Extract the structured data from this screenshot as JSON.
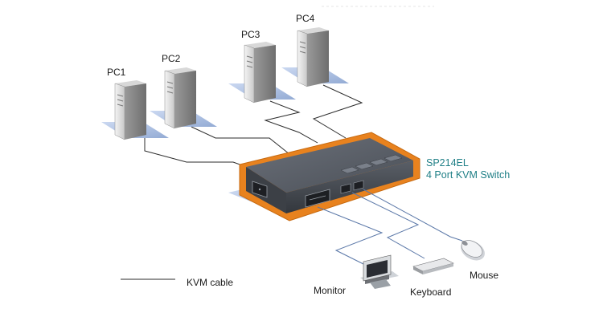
{
  "devices": {
    "pc1": "PC1",
    "pc2": "PC2",
    "pc3": "PC3",
    "pc4": "PC4",
    "monitor": "Monitor",
    "keyboard": "Keyboard",
    "mouse": "Mouse"
  },
  "switch": {
    "model": "SP214EL",
    "description": "4 Port KVM Switch"
  },
  "legend": {
    "label": "KVM cable"
  },
  "colors": {
    "accent_outline": "#e8821e",
    "switch_body": "#4a4f57",
    "model_text": "#1f7f86",
    "shadow": "#8fa9d8",
    "cable": "#2b2b2b",
    "peripheral_cable": "#5b78a8"
  }
}
